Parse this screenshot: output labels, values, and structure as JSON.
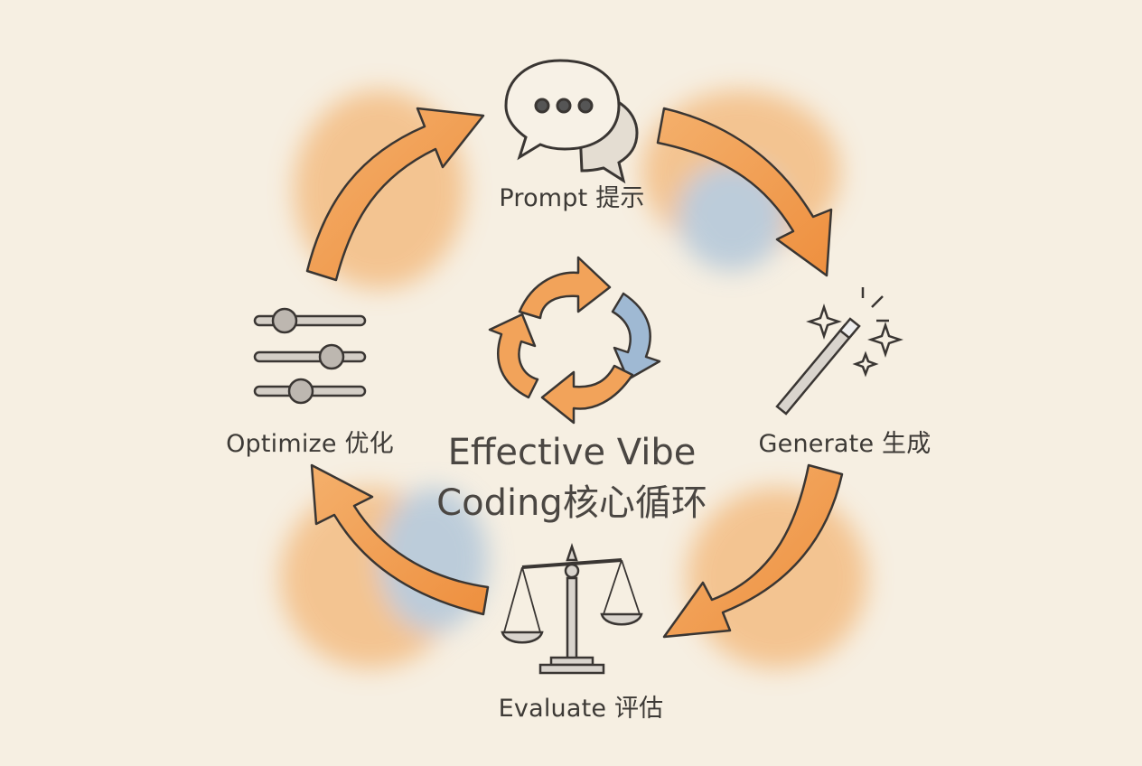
{
  "title": {
    "line1": "Effective Vibe",
    "line2": "Coding核心循环"
  },
  "steps": [
    {
      "label": "Prompt 提示",
      "icon": "speech-bubbles-icon"
    },
    {
      "label": "Generate 生成",
      "icon": "magic-wand-icon"
    },
    {
      "label": "Evaluate 评估",
      "icon": "balance-scale-icon"
    },
    {
      "label": "Optimize 优化",
      "icon": "sliders-icon"
    }
  ],
  "colors": {
    "background": "#f6efe2",
    "orange": "#f2a35a",
    "blue": "#9fb9d3",
    "ink": "#3d3a36"
  }
}
